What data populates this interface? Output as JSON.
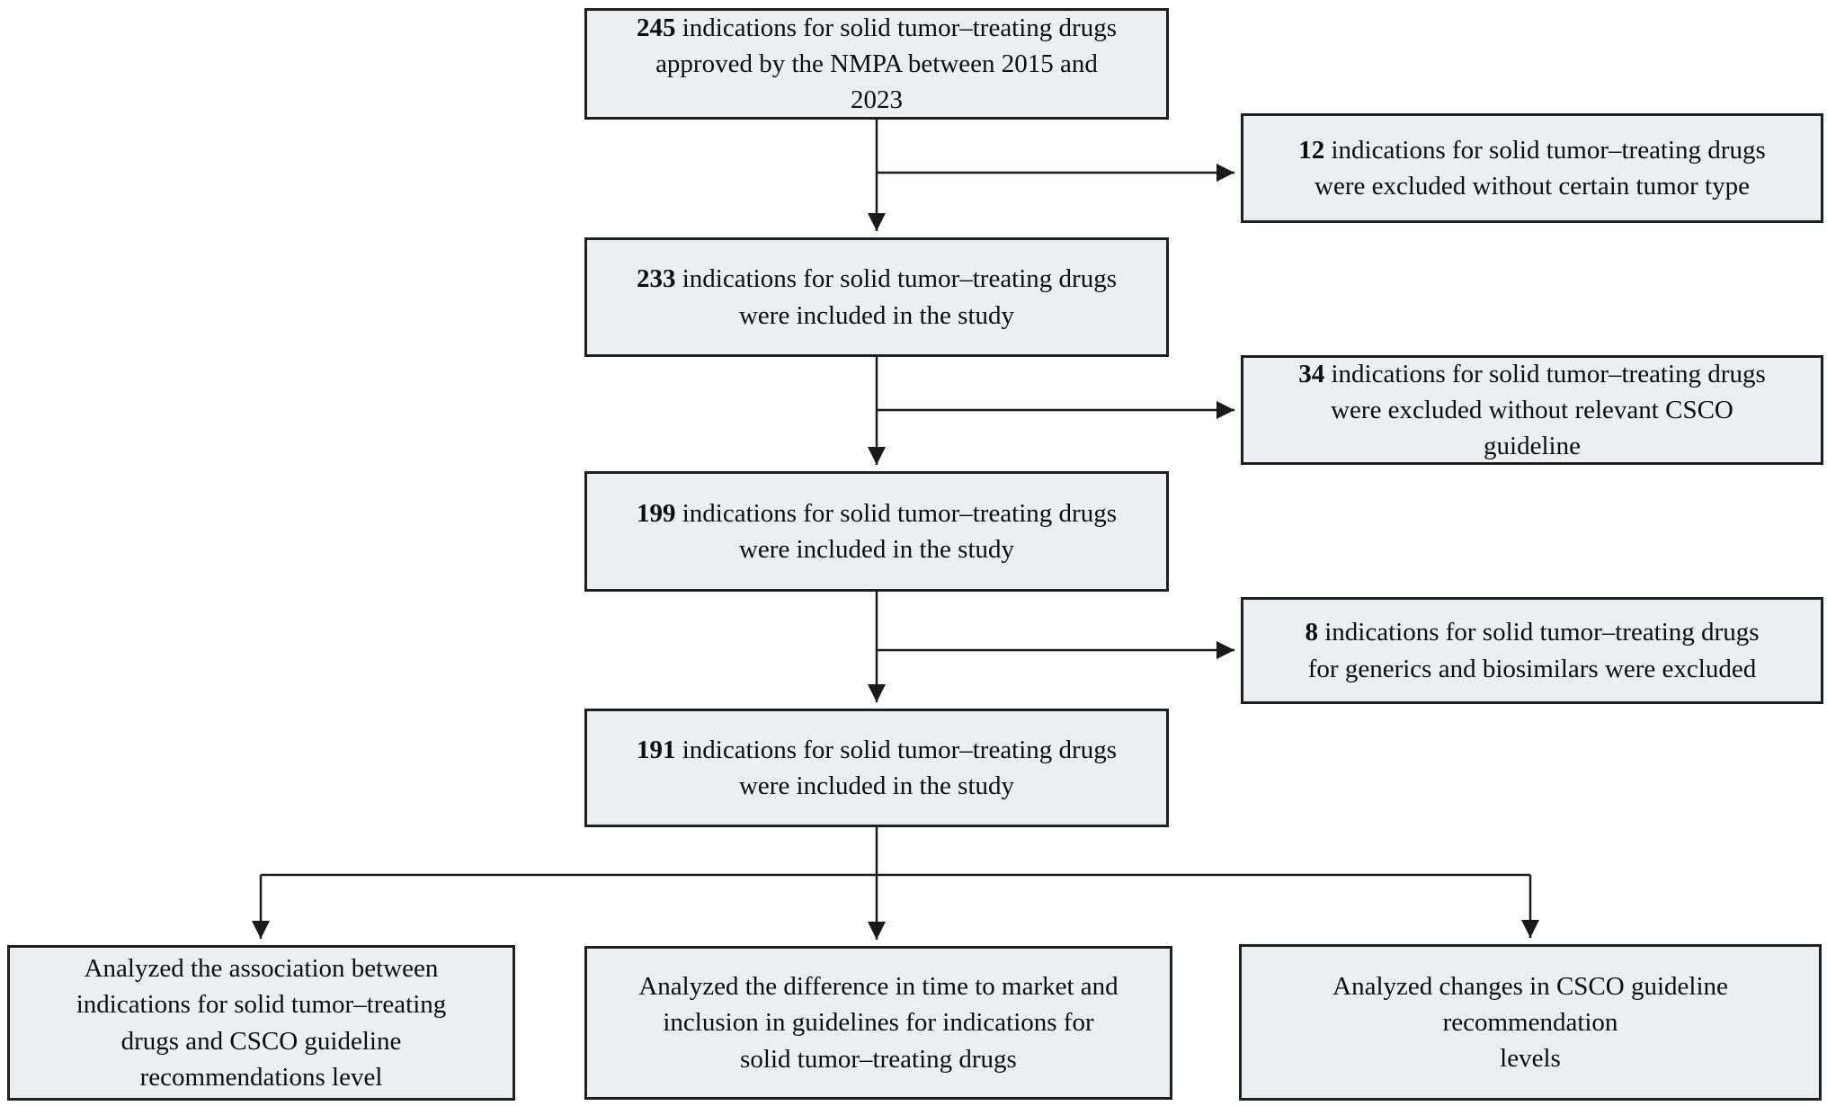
{
  "figure": {
    "colors": {
      "box_fill": "#edeef2",
      "box_border": "#1f1f1f",
      "arrow": "#1a1a1a",
      "background": "#ffffff"
    },
    "main_flow": [
      {
        "number": "245",
        "text": " indications for solid tumor–treating drugs\napproved by the NMPA between 2015 and\n2023"
      },
      {
        "number": "233",
        "text": " indications for solid tumor–treating drugs\nwere included in the study"
      },
      {
        "number": "199",
        "text": " indications for solid tumor–treating drugs\nwere included in the study"
      },
      {
        "number": "191",
        "text": " indications for solid tumor–treating drugs\nwere included in the study"
      }
    ],
    "exclusions": [
      {
        "number": "12",
        "text": " indications for solid tumor–treating drugs\nwere excluded without certain tumor type"
      },
      {
        "number": "34",
        "text": " indications for solid tumor–treating drugs\nwere excluded without relevant CSCO\nguideline"
      },
      {
        "number": "8",
        "text": " indications for solid tumor–treating drugs\nfor generics and biosimilars were excluded"
      }
    ],
    "analyses": [
      {
        "text": "Analyzed the association between\nindications for solid tumor–treating\ndrugs and CSCO guideline\nrecommendations level"
      },
      {
        "text": "Analyzed the difference in time to market and\ninclusion in guidelines for indications for\nsolid tumor–treating drugs"
      },
      {
        "text": "Analyzed changes in CSCO guideline\nrecommendation\nlevels"
      }
    ]
  }
}
